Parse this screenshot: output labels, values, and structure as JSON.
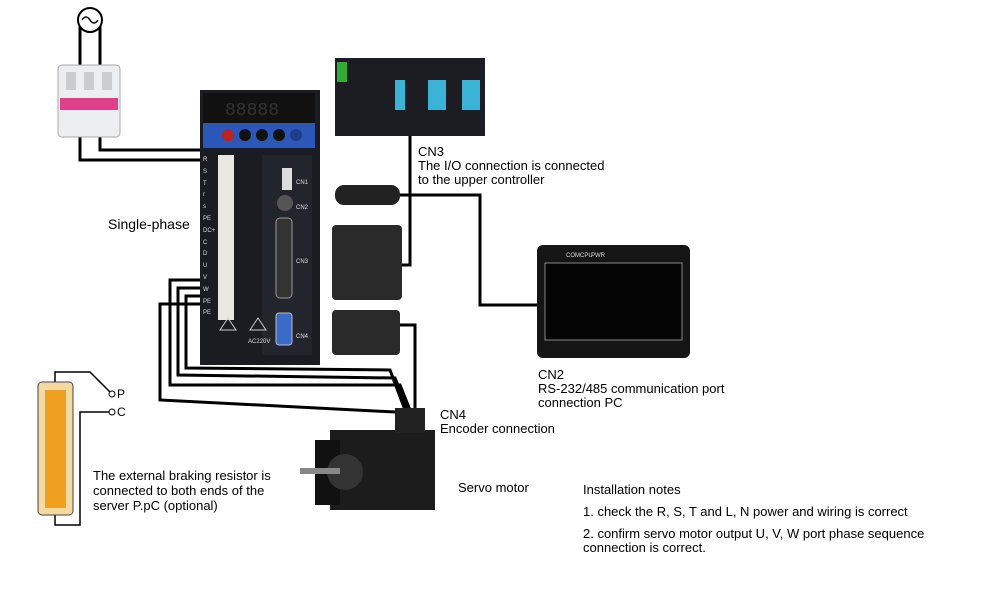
{
  "labels": {
    "single_phase": "Single-phase",
    "cn3_title": "CN3",
    "cn3_line1": "The I/O connection is connected",
    "cn3_line2": "to the upper controller",
    "cn2_title": "CN2",
    "cn2_line1": "RS-232/485 communication port",
    "cn2_line2": "connection PC",
    "cn4_title": "CN4",
    "cn4_line1": "Encoder connection",
    "servo_motor": "Servo motor",
    "resistor_p": "P",
    "resistor_c": "C",
    "resistor_line1": "The external braking resistor is",
    "resistor_line2": "connected to both ends of the",
    "resistor_line3": "server P.pC (optional)"
  },
  "installation_notes": {
    "title": "Installation notes",
    "note1": "1. check the R, S, T and L, N power and wiring is correct",
    "note2_line1": "2. confirm servo motor output U, V, W port phase sequence",
    "note2_line2": "connection is correct."
  },
  "driver": {
    "display": "88888",
    "terminals": [
      "R",
      "S",
      "T",
      "r",
      "s",
      "PE",
      "DC+",
      "C",
      "D",
      "U",
      "V",
      "W",
      "PE",
      "PE"
    ],
    "ports": [
      "CN1",
      "CN2",
      "CN3",
      "CN4"
    ],
    "voltage_label": "AC220V"
  },
  "colors": {
    "wire": "#000000",
    "driver_body": "#1a1c22",
    "driver_panel": "#2b57b8",
    "resistor": "#f0a020",
    "breaker_accent": "#e0408a"
  }
}
